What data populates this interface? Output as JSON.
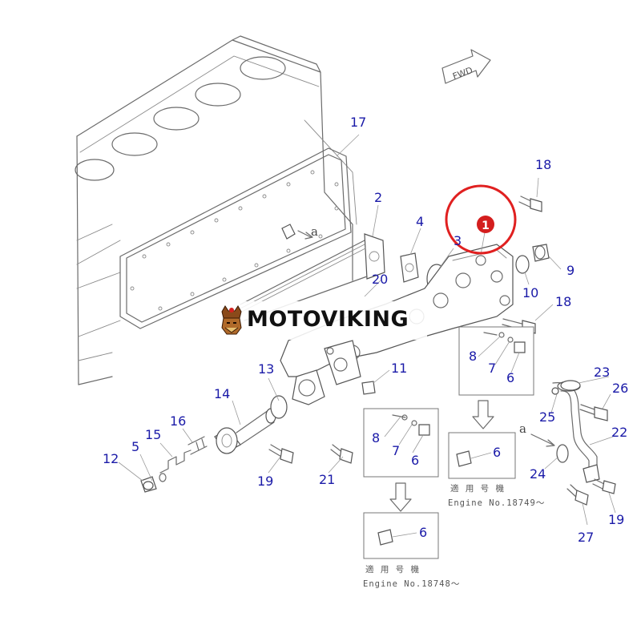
{
  "diagram": {
    "labels": {
      "fwd": "FWD",
      "ref_a_top": "a",
      "ref_a_right": "a",
      "callouts": {
        "n1": "1",
        "n2": "2",
        "n3": "3",
        "n4": "4",
        "n5": "5",
        "n6a": "6",
        "n6b": "6",
        "n6c": "6",
        "n6d": "6",
        "n7a": "7",
        "n7b": "7",
        "n8a": "8",
        "n8b": "8",
        "n9": "9",
        "n10": "10",
        "n11": "11",
        "n12": "12",
        "n13": "13",
        "n14": "14",
        "n15": "15",
        "n16": "16",
        "n17": "17",
        "n18a": "18",
        "n18b": "18",
        "n19a": "19",
        "n19b": "19",
        "n20": "20",
        "n21": "21",
        "n22": "22",
        "n23": "23",
        "n24": "24",
        "n25": "25",
        "n26": "26",
        "n27": "27"
      }
    },
    "notes": {
      "applicable_1": "適 用 号 機",
      "engine_1": "Engine No.18749～",
      "applicable_2": "適 用 号 機",
      "engine_2": "Engine No.18748～"
    },
    "highlight": {
      "part": "1",
      "color": "#e02020"
    }
  },
  "watermark": {
    "text": "MOTOVIKING"
  },
  "colors": {
    "callout": "#1a1aa8",
    "line": "#6b6b6b",
    "highlight": "#e02020"
  }
}
